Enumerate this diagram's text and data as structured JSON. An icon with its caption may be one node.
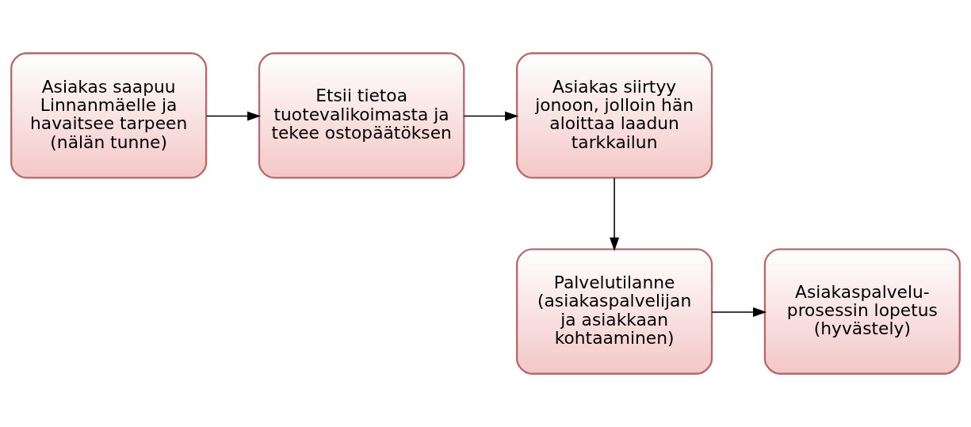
{
  "diagram": {
    "nodes": [
      {
        "text": [
          "Asiakas saapuu Linnanmäelle ja havaitsee tarpeen (nälän tunne)"
        ]
      },
      {
        "text": [
          "Etsii tietoa tuotevalikoimasta ja tekee ostopäätöksen"
        ]
      },
      {
        "text": [
          "Asiakas siirtyy jonoon, jolloin hän aloittaa laadun tarkkailun"
        ]
      },
      {
        "text": [
          "Palvelutilanne (asiakaspalvelijan ja asiakkaan kohtaaminen)"
        ]
      },
      {
        "text": [
          "Asiakaspalvelu-prosessin lopetus (hyvästely)"
        ]
      }
    ],
    "edges": [
      {
        "from": 0,
        "to": 1,
        "arrow": "to"
      },
      {
        "from": 1,
        "to": 2,
        "arrow": "to"
      },
      {
        "from": 2,
        "to": 3,
        "arrow": "to"
      },
      {
        "from": 3,
        "to": 4,
        "arrow": "to"
      }
    ]
  }
}
